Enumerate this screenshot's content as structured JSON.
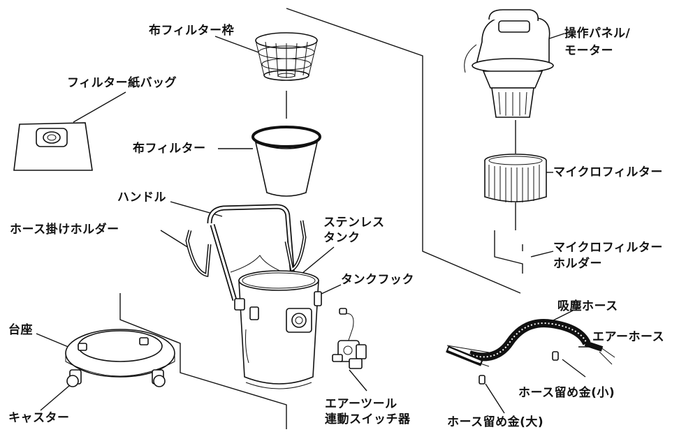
{
  "labels": {
    "cloth_filter_frame": "布フィルター枠",
    "paper_bag": "フィルター紙バッグ",
    "cloth_filter": "布フィルター",
    "handle": "ハンドル",
    "hose_hanger": "ホース掛けホルダー",
    "stainless_tank_1": "ステンレス",
    "stainless_tank_2": "タンク",
    "tank_hook": "タンクフック",
    "base": "台座",
    "caster": "キャスター",
    "air_tool_1": "エアーツール",
    "air_tool_2": "連動スイッチ器",
    "control_panel_1": "操作パネル/",
    "control_panel_2": "モーター",
    "micro_filter": "マイクロフィルター",
    "micro_holder_1": "マイクロフィルター",
    "micro_holder_2": "ホルダー",
    "suction_hose": "吸塵ホース",
    "air_hose": "エアーホース",
    "hose_clip_small": "ホース留め金(小)",
    "hose_clip_large": "ホース留め金(大)"
  }
}
